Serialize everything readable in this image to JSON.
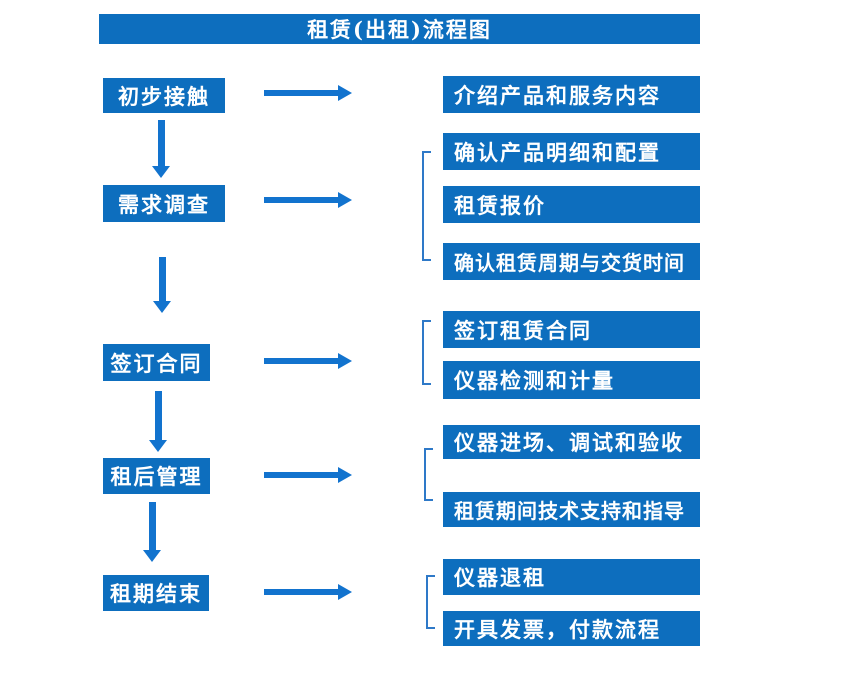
{
  "title": "租赁(出租)流程图",
  "colors": {
    "box_blue": "#0d6ebe",
    "arrow_blue": "#1273ce",
    "bracket_blue": "#2e79c8",
    "text_white": "#ffffff",
    "page_bg": "#ffffff"
  },
  "steps": [
    {
      "label": "初步接触",
      "details": [
        "介绍产品和服务内容"
      ]
    },
    {
      "label": "需求调查",
      "details": [
        "确认产品明细和配置",
        "租赁报价",
        "确认租赁周期与交货时间"
      ]
    },
    {
      "label": "签订合同",
      "details": [
        "签订租赁合同",
        "仪器检测和计量"
      ]
    },
    {
      "label": "租后管理",
      "details": [
        "仪器进场、调试和验收",
        "租赁期间技术支持和指导"
      ]
    },
    {
      "label": "租期结束",
      "details": [
        "仪器退租",
        "开具发票，付款流程"
      ]
    }
  ]
}
